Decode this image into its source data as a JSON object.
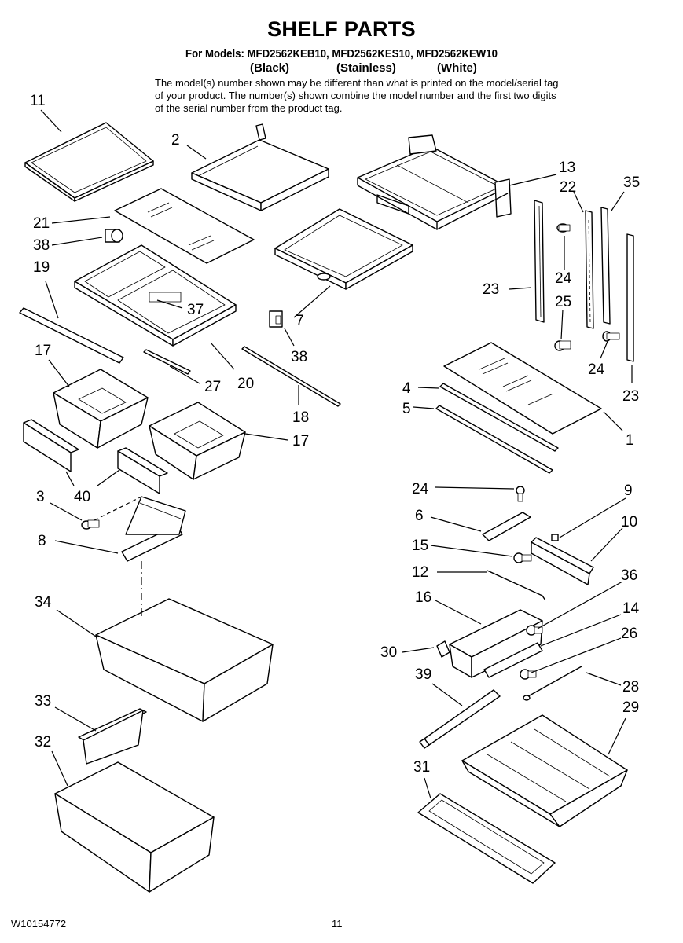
{
  "header": {
    "title": "SHELF PARTS",
    "models_line": "For Models: MFD2562KEB10, MFD2562KES10, MFD2562KEW10",
    "variant_black": "(Black)",
    "variant_stainless": "(Stainless)",
    "variant_white": "(White)",
    "note": "The model(s) number shown may be different than what is printed on the model/serial tag of your product. The number(s) shown combine the model number and the first two digits of the serial number from the product tag."
  },
  "callouts": {
    "c11": "11",
    "c2": "2",
    "c13": "13",
    "c22": "22",
    "c35": "35",
    "c21": "21",
    "c38a": "38",
    "c19": "19",
    "c37": "37",
    "c7": "7",
    "c24a": "24",
    "c23a": "23",
    "c25": "25",
    "c38b": "38",
    "c17a": "17",
    "c24b": "24",
    "c27": "27",
    "c20": "20",
    "c23b": "23",
    "c4": "4",
    "c18": "18",
    "c5": "5",
    "c17b": "17",
    "c1": "1",
    "c3": "3",
    "c40": "40",
    "c24c": "24",
    "c9": "9",
    "c6": "6",
    "c10": "10",
    "c8": "8",
    "c15": "15",
    "c12": "12",
    "c36": "36",
    "c34": "34",
    "c16": "16",
    "c14": "14",
    "c26": "26",
    "c30": "30",
    "c39": "39",
    "c28": "28",
    "c33": "33",
    "c29": "29",
    "c32": "32",
    "c31": "31"
  },
  "footer": {
    "doc_number": "W10154772",
    "page_number": "11"
  }
}
